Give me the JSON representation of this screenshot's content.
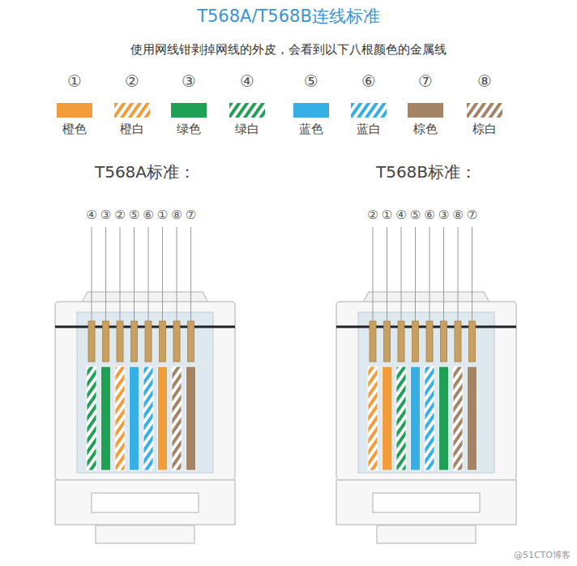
{
  "diagram": {
    "title": "T568A/T568B连线标准",
    "nodes": [
      {
        "text": [
          "T568A标准："
        ]
      },
      {
        "text": [
          "T568B标准："
        ]
      }
    ],
    "labels": [
      "使用网线钳剥掉网线的外皮，会看到以下八根颜色的金属线",
      "①",
      "②",
      "③",
      "④",
      "⑤",
      "⑥",
      "⑦",
      "⑧",
      "④",
      "③",
      "②",
      "⑤",
      "⑥",
      "①",
      "⑧",
      "⑦",
      "②",
      "①",
      "④",
      "⑤",
      "⑥",
      "③",
      "⑧",
      "⑦",
      "@51CTO博客"
    ],
    "legend": [
      {
        "text": "橙色",
        "color": "#f39c3c"
      },
      {
        "text": "橙白"
      },
      {
        "text": "绿色",
        "color": "#1fa055"
      },
      {
        "text": "绿白"
      },
      {
        "text": "蓝色",
        "color": "#36aee6"
      },
      {
        "text": "蓝白"
      },
      {
        "text": "棕色",
        "color": "#a58466"
      },
      {
        "text": "棕白"
      }
    ]
  }
}
